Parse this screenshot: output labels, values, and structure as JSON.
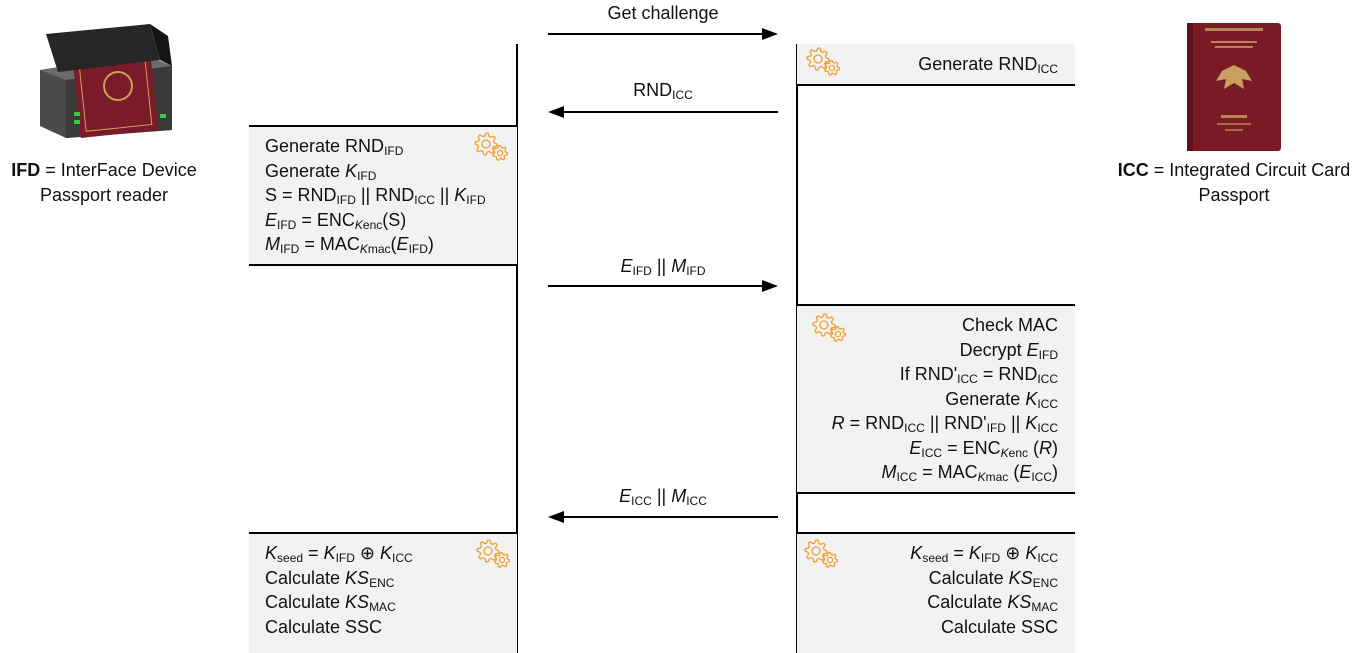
{
  "actors": {
    "ifd": {
      "abbr": "IFD",
      "rest": " = InterFace Device",
      "line2": "Passport reader"
    },
    "icc": {
      "abbr": "ICC",
      "rest": " = Integrated Circuit Card",
      "line2": "Passport"
    }
  },
  "messages": {
    "get_challenge": "Get challenge",
    "rnd_icc": {
      "main": "RND",
      "sub": "ICC"
    },
    "e_ifd_m_ifd": {
      "a": "E",
      "a_sub": "IFD",
      "sep": " || ",
      "b": "M",
      "b_sub": "IFD"
    },
    "e_icc_m_icc": {
      "a": "E",
      "a_sub": "ICC",
      "sep": " || ",
      "b": "M",
      "b_sub": "ICC"
    }
  },
  "boxes": {
    "icc_generate": {
      "main": "Generate RND",
      "sub": "ICC"
    },
    "ifd_compute": {
      "l1": {
        "t": "Generate RND",
        "s": "IFD"
      },
      "l2": {
        "t": "Generate ",
        "k": "K",
        "s": "IFD"
      },
      "l3": {
        "a": "S = RND",
        "s1": "IFD",
        "b": " || RND",
        "s2": "ICC",
        "c": " || ",
        "k": "K",
        "s3": "IFD"
      },
      "l4": {
        "e": "E",
        "s1": "IFD",
        "b": " = ENC",
        "k": "K",
        "s2": "enc",
        "c": "(S)"
      },
      "l5": {
        "m": "M",
        "s1": "IFD",
        "b": " = MAC",
        "k": "K",
        "s2": "mac",
        "c": "(",
        "e": "E",
        "s3": "IFD",
        "d": ")"
      }
    },
    "icc_verify": {
      "l1": "Check MAC",
      "l2": {
        "t": "Decrypt ",
        "e": "E",
        "s": "IFD"
      },
      "l3": {
        "t": "If RND'",
        "s1": "ICC",
        "b": " = RND",
        "s2": "ICC"
      },
      "l4": {
        "t": "Generate ",
        "k": "K",
        "s": "ICC"
      },
      "l5": {
        "r": "R",
        "b": " = RND",
        "s1": "ICC",
        "c": " || RND'",
        "s2": "IFD",
        "d": " || ",
        "k": "K",
        "s3": "ICC"
      },
      "l6": {
        "e": "E",
        "s1": "ICC",
        "b": " = ENC",
        "k": "K",
        "s2": "enc",
        "c": " (",
        "r": "R",
        "d": ")"
      },
      "l7": {
        "m": "M",
        "s1": "ICC",
        "b": " = MAC",
        "k": "K",
        "s2": "mac",
        "c": " (",
        "e": "E",
        "s3": "ICC",
        "d": ")"
      }
    },
    "session_keys": {
      "l1": {
        "k1": "K",
        "s1": "seed",
        "b": " = ",
        "k2": "K",
        "s2": "IFD",
        "op": " ⊕ ",
        "k3": "K",
        "s3": "ICC"
      },
      "l2": {
        "t": "Calculate ",
        "ks": "KS",
        "s": "ENC"
      },
      "l3": {
        "t": "Calculate ",
        "ks": "KS",
        "s": "MAC"
      },
      "l4": "Calculate SSC"
    }
  },
  "icons": {
    "gear": "gears-icon",
    "passport_reader": "passport-reader-icon",
    "passport": "passport-icon"
  },
  "colors": {
    "gear": "#f0a030",
    "box_fill": "#f2f2f2",
    "line": "#000000",
    "passport": "#7a1a24"
  }
}
